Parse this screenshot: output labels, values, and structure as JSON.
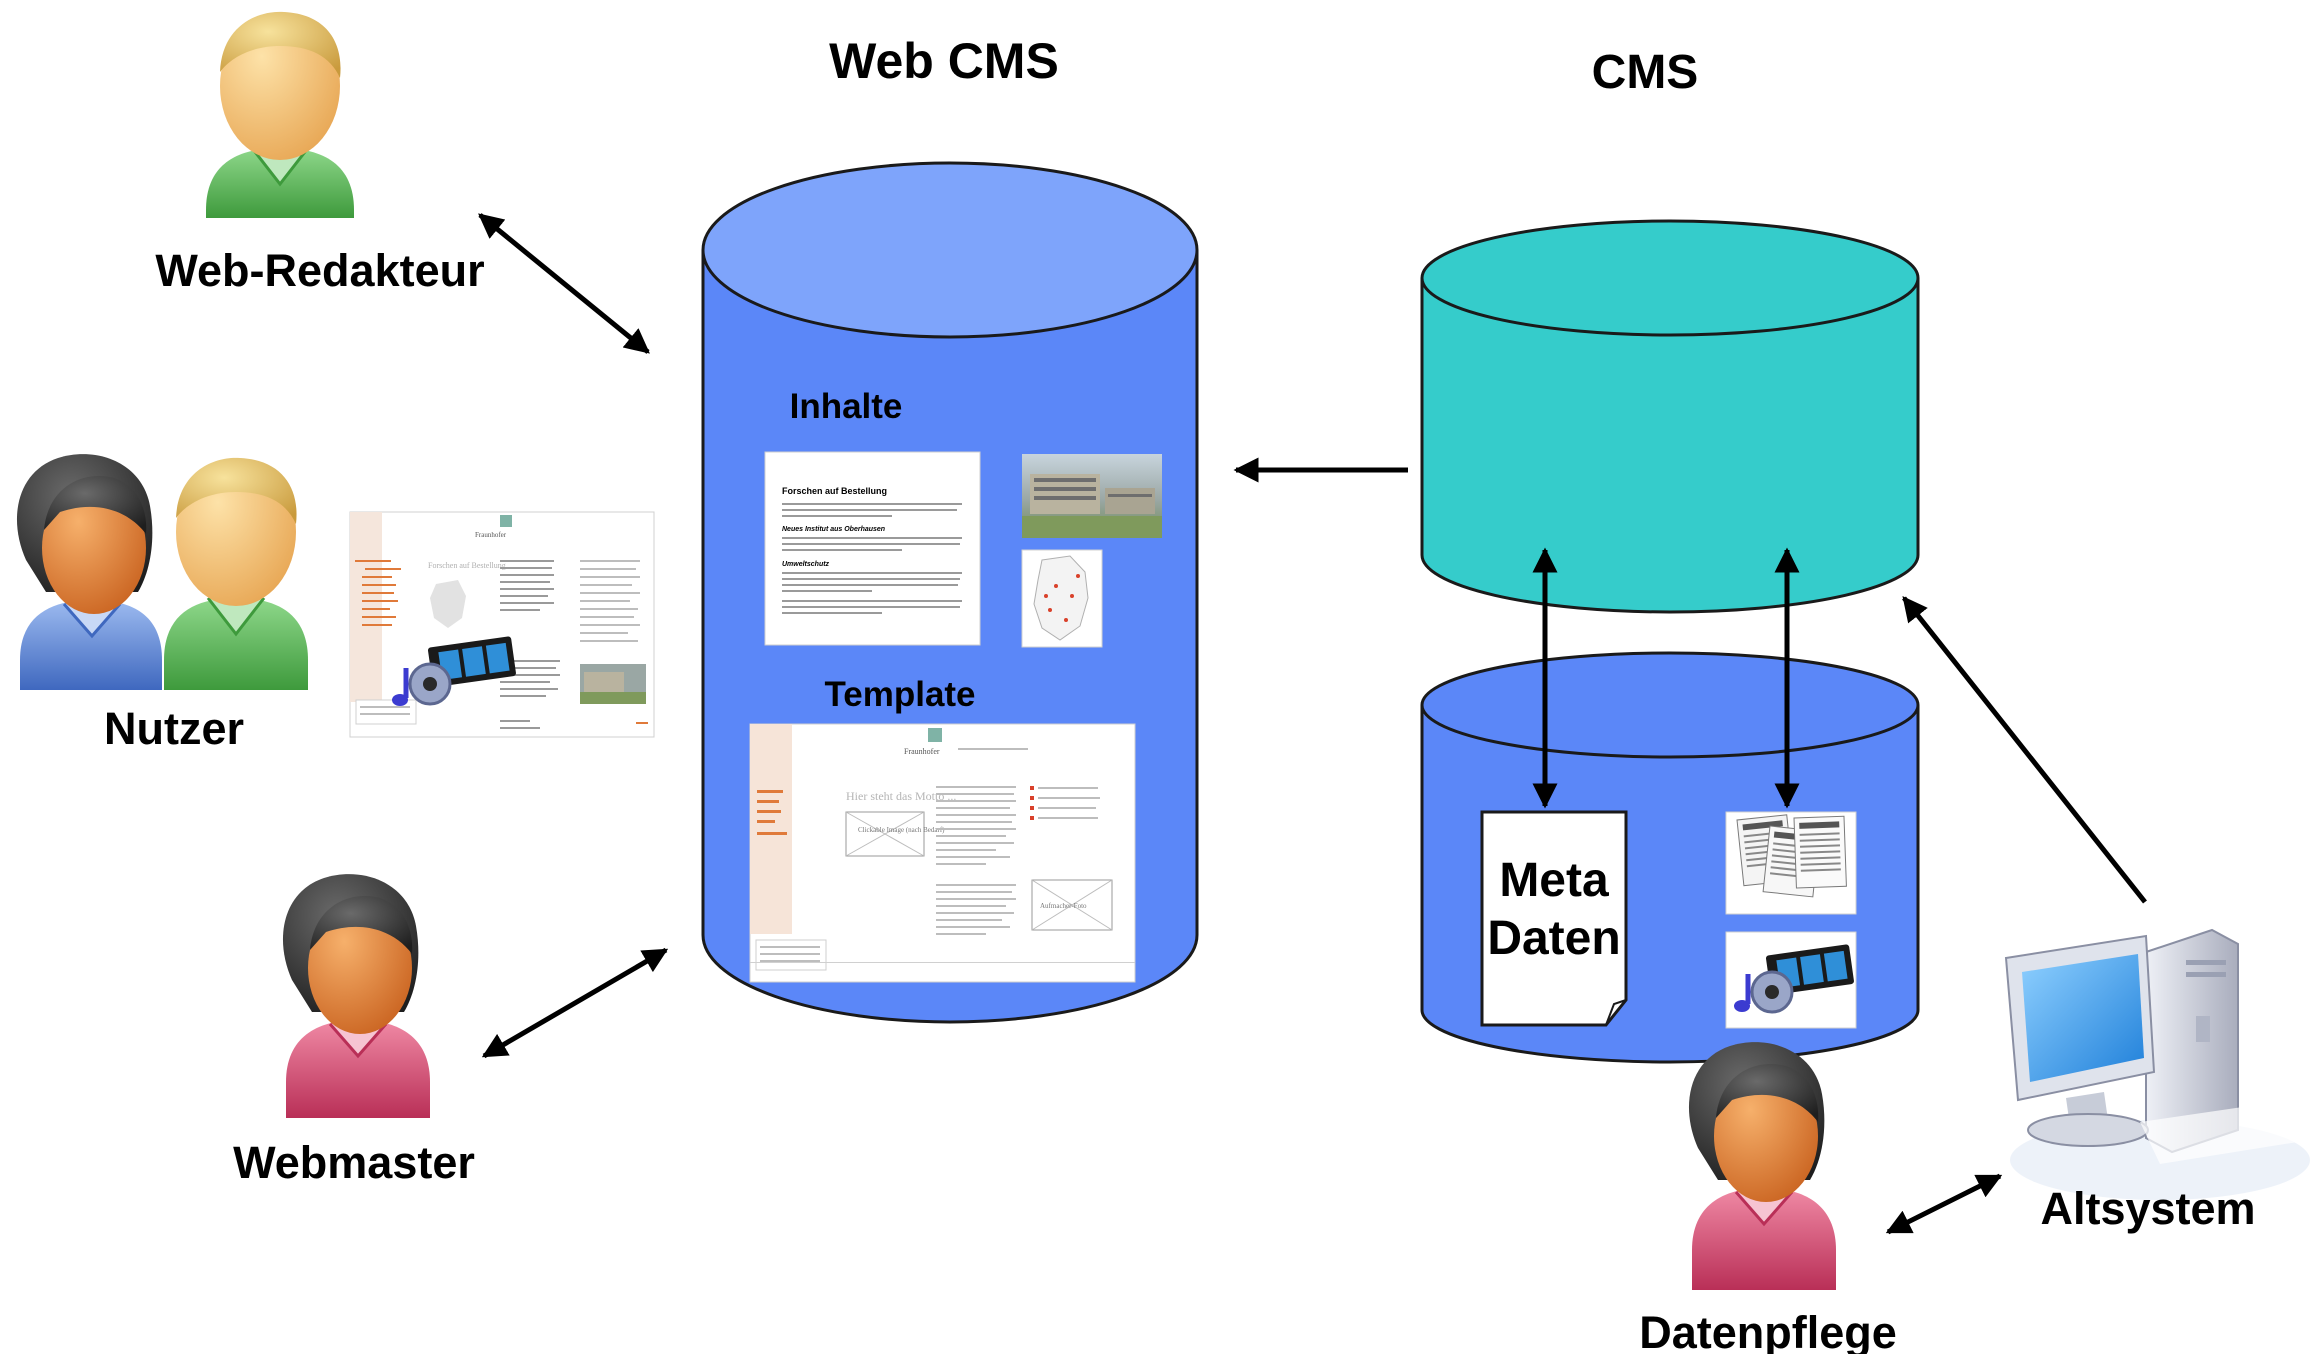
{
  "web_cms": {
    "title": "Web CMS",
    "section_inhalte": "Inhalte",
    "section_template": "Template",
    "content_doc": {
      "title": "Forschen auf Bestellung",
      "heading_1": "Neues Institut aus Oberhausen",
      "heading_2": "Umweltschutz"
    },
    "template_doc": {
      "logo": "Fraunhofer",
      "motto": "Hier steht das Motto ...",
      "clickable_image": "Clickable Image (nach Bedarf)",
      "feature_photo": "Aufmacher-Foto"
    }
  },
  "cms": {
    "title": "CMS",
    "meta_daten": "Meta Daten"
  },
  "actors": {
    "web_redakteur": "Web-Redakteur",
    "nutzer": "Nutzer",
    "webmaster": "Webmaster",
    "datenpflege": "Datenpflege",
    "altsystem": "Altsystem"
  },
  "website_preview": {
    "logo": "Fraunhofer",
    "heading": "Forschen auf Bestellung"
  },
  "colors": {
    "web_cms_body": "#5b87f8",
    "web_cms_top": "#7ea4fb",
    "cms_teal": "#35cccb",
    "cms_lower": "#5b87f8",
    "person_skin_light": "#f4c27c",
    "person_skin_dark": "#e7883f",
    "shirt_green": "#5dbb5a",
    "shirt_blue": "#5b86d6",
    "shirt_pink": "#d94c73",
    "accent_orange": "#e07a3a"
  },
  "icons": [
    "person-icon",
    "music-film-icon",
    "newspaper-icon",
    "computer-icon",
    "photo-icon",
    "map-icon"
  ]
}
